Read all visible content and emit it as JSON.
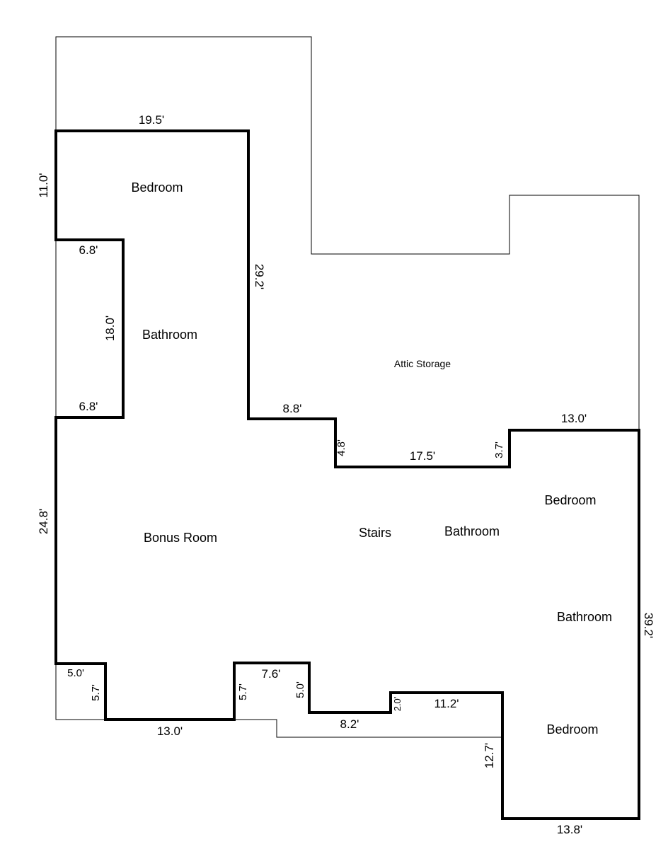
{
  "rooms": {
    "bedroom_top_left": "Bedroom",
    "bathroom_left": "Bathroom",
    "attic_storage": "Attic Storage",
    "bonus_room": "Bonus Room",
    "stairs": "Stairs",
    "bathroom_center": "Bathroom",
    "bedroom_right": "Bedroom",
    "bathroom_right": "Bathroom",
    "bedroom_bottom_right": "Bedroom"
  },
  "dimensions": {
    "top_width": "19.5'",
    "left_upper": "11.0'",
    "bath_top": "6.8'",
    "bath_height": "18.0'",
    "bath_bottom": "6.8'",
    "center_vertical": "29.2'",
    "step_a": "8.8'",
    "step_b": "4.8'",
    "step_c": "17.5'",
    "step_d": "3.7'",
    "right_top": "13.0'",
    "left_lower": "24.8'",
    "right_side": "39.2'",
    "notch_left_w": "5.0'",
    "notch_left_h": "5.7'",
    "bottom_left": "13.0'",
    "notch_mid_h": "5.7'",
    "notch_mid_w": "7.6'",
    "notch_mid_drop": "5.0'",
    "bottom_mid": "8.2'",
    "small_step": "2.0'",
    "bottom_right_top": "11.2'",
    "bedroom_left_side": "12.7'",
    "bottom_right": "13.8'"
  }
}
